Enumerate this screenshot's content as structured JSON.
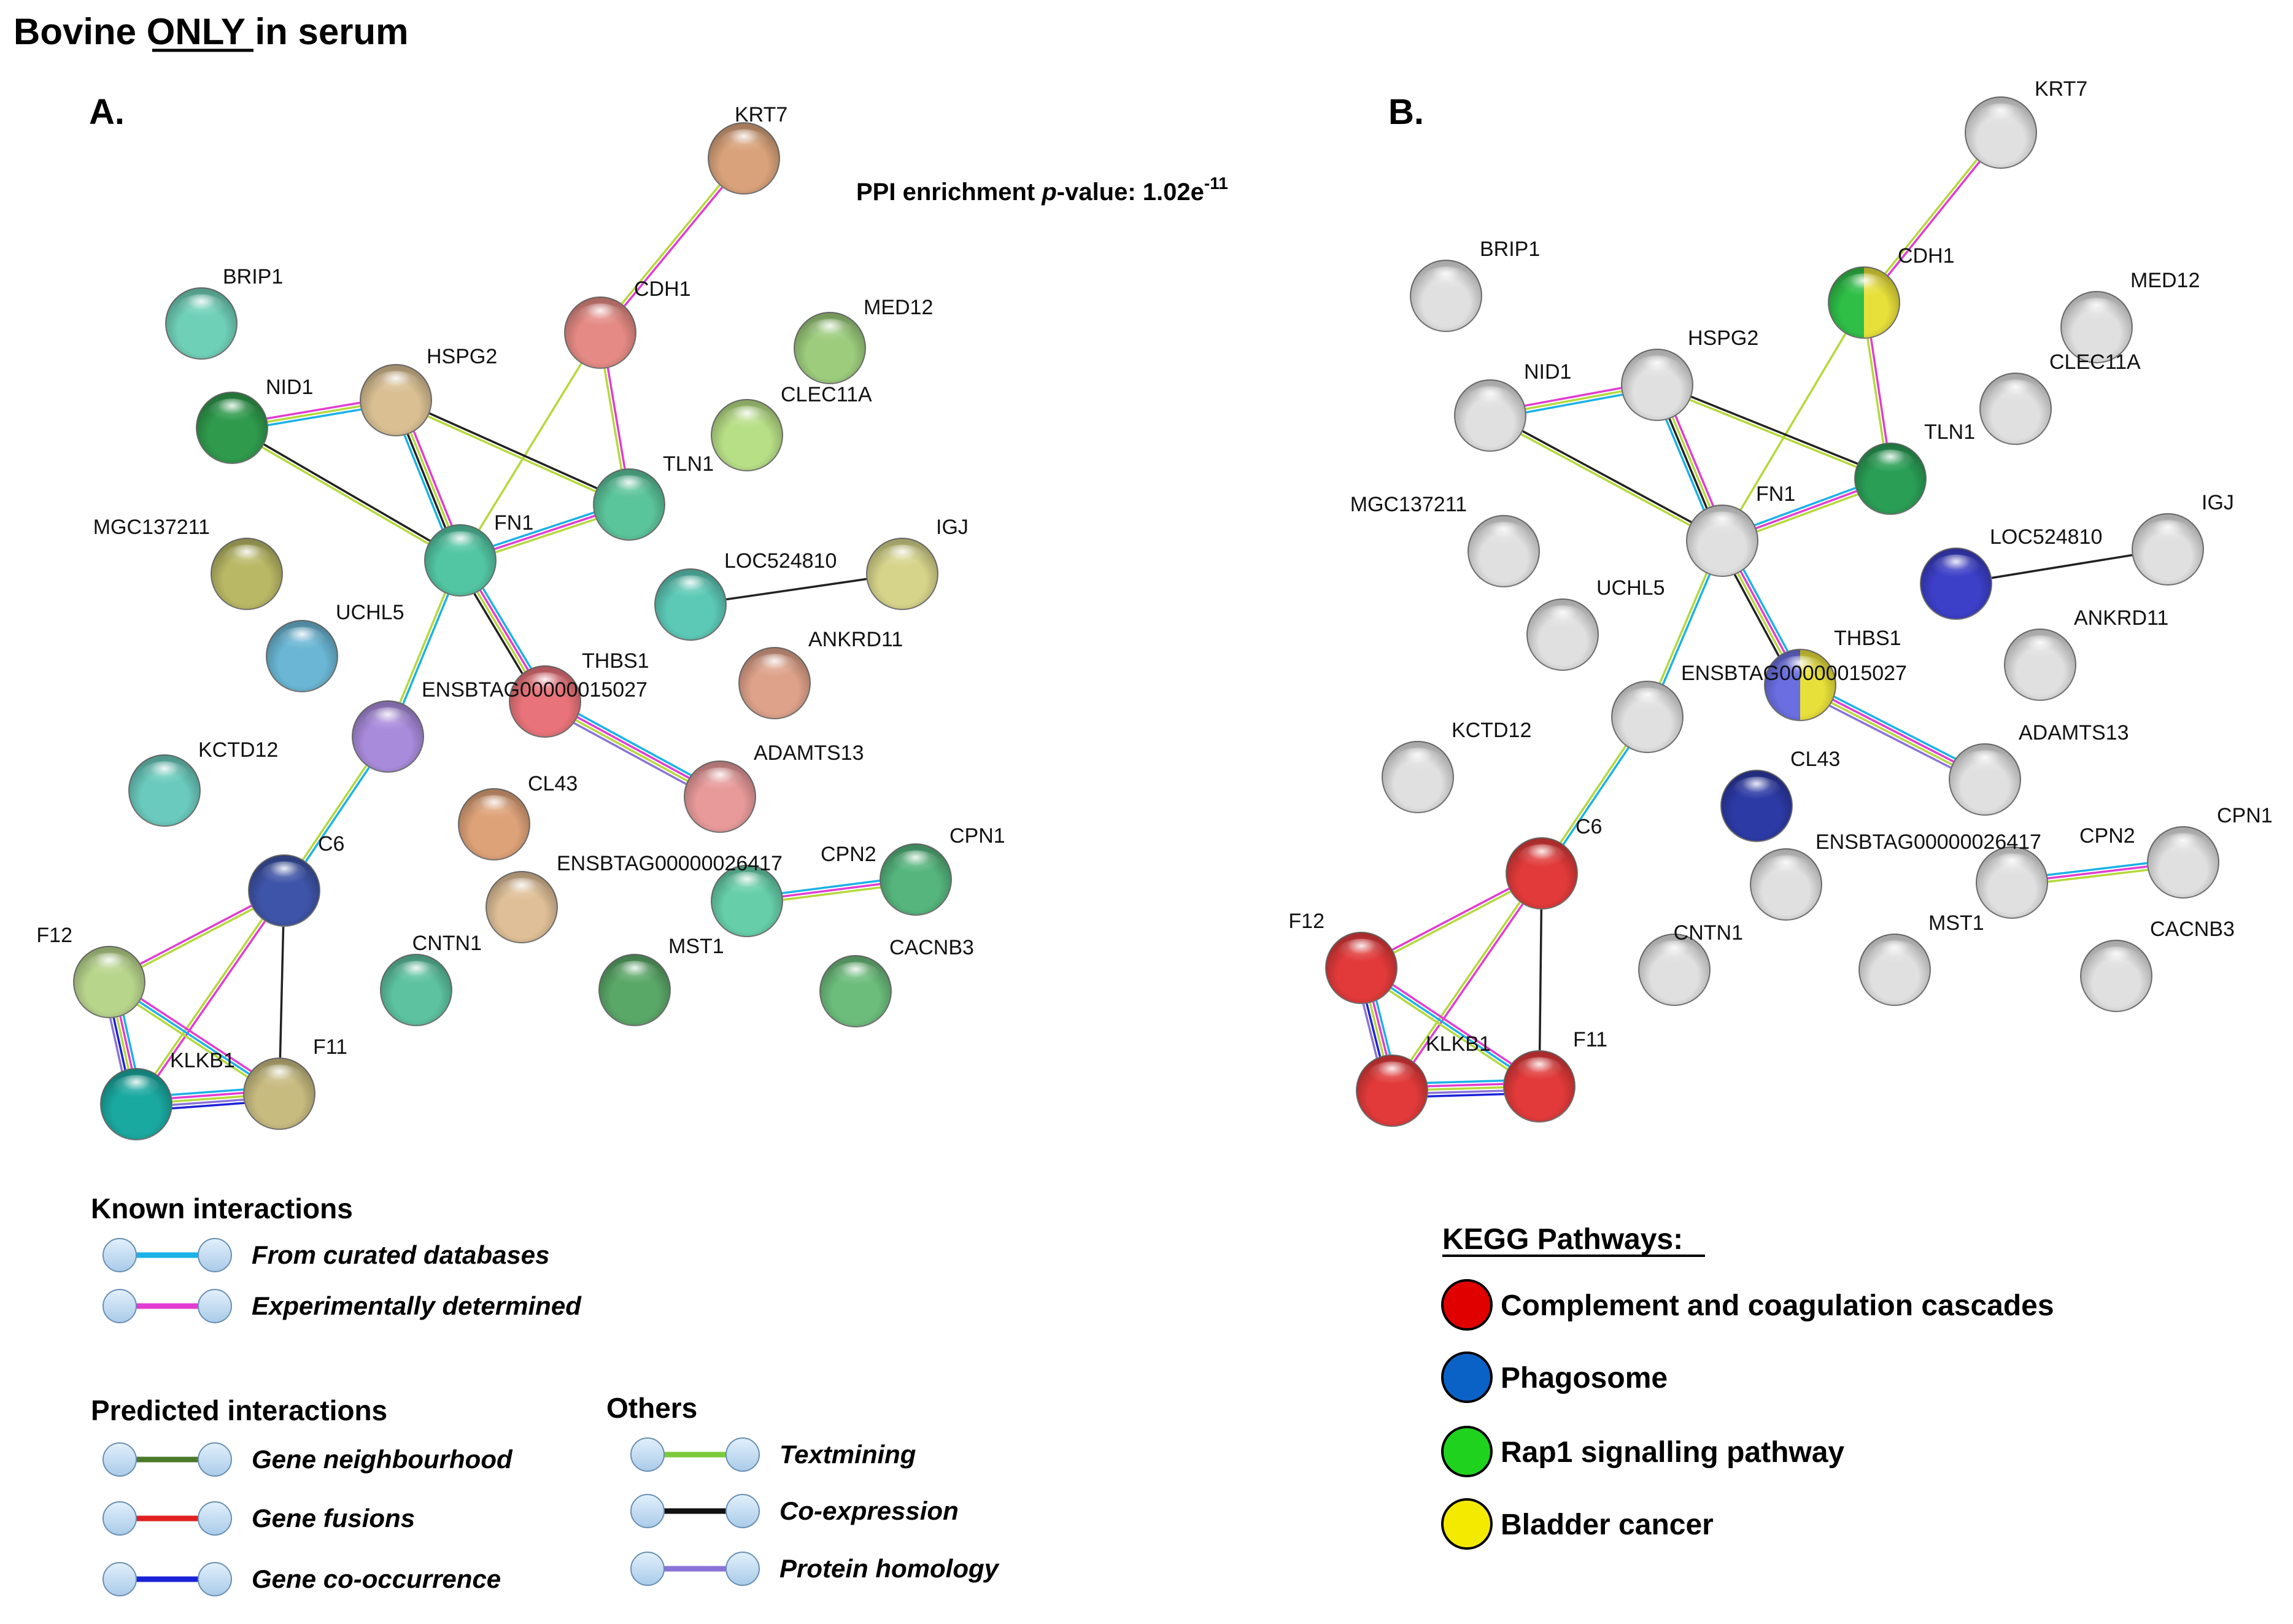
{
  "title": "Bovine ONLY in serum",
  "title_underlined_word": "ONLY",
  "panels": [
    {
      "label": "A.",
      "annotation": {
        "prefix": "PPI enrichment ",
        "p": "p",
        "suffix": "-value:  1.02e",
        "exp": "-11"
      },
      "nodes": [
        {
          "id": "KRT7",
          "label": "KRT7",
          "colors": [
            "#d9a27a"
          ]
        },
        {
          "id": "BRIP1",
          "label": "BRIP1",
          "colors": [
            "#6fd0b8"
          ]
        },
        {
          "id": "CDH1",
          "label": "CDH1",
          "colors": [
            "#e58a84"
          ]
        },
        {
          "id": "MED12",
          "label": "MED12",
          "colors": [
            "#9ccc7c"
          ]
        },
        {
          "id": "NID1",
          "label": "NID1",
          "colors": [
            "#2f9a4c"
          ]
        },
        {
          "id": "HSPG2",
          "label": "HSPG2",
          "colors": [
            "#d9bf92"
          ]
        },
        {
          "id": "CLEC11A",
          "label": "CLEC11A",
          "colors": [
            "#b7df86"
          ]
        },
        {
          "id": "TLN1",
          "label": "TLN1",
          "colors": [
            "#5ac49a"
          ]
        },
        {
          "id": "MGC137211",
          "label": "MGC137211",
          "colors": [
            "#b9b865"
          ]
        },
        {
          "id": "FN1",
          "label": "FN1",
          "colors": [
            "#52c6a2"
          ]
        },
        {
          "id": "IGJ",
          "label": "IGJ",
          "colors": [
            "#d6d48a"
          ]
        },
        {
          "id": "LOC524810",
          "label": "LOC524810",
          "colors": [
            "#5cc9b6"
          ]
        },
        {
          "id": "UCHL5",
          "label": "UCHL5",
          "colors": [
            "#6ab6d4"
          ]
        },
        {
          "id": "THBS1",
          "label": "THBS1",
          "colors": [
            "#e8737a"
          ]
        },
        {
          "id": "ANKRD11",
          "label": "ANKRD11",
          "colors": [
            "#dea28a"
          ]
        },
        {
          "id": "ENSBTAG00000015027",
          "label": "ENSBTAG00000015027",
          "colors": [
            "#a98bdc"
          ]
        },
        {
          "id": "KCTD12",
          "label": "KCTD12",
          "colors": [
            "#6acabd"
          ]
        },
        {
          "id": "ADAMTS13",
          "label": "ADAMTS13",
          "colors": [
            "#e89a9a"
          ]
        },
        {
          "id": "CL43",
          "label": "CL43",
          "colors": [
            "#dea278"
          ]
        },
        {
          "id": "C6",
          "label": "C6",
          "colors": [
            "#3e54a8"
          ]
        },
        {
          "id": "CPN1",
          "label": "CPN1",
          "colors": [
            "#55b57c"
          ]
        },
        {
          "id": "ENSBTAG00000026417",
          "label": "ENSBTAG00000026417",
          "colors": [
            "#66cfa9"
          ]
        },
        {
          "id": "CPN2",
          "label": "CPN2",
          "colors": []
        },
        {
          "id": "F12",
          "label": "F12",
          "colors": [
            "#b8d58c"
          ]
        },
        {
          "id": "CNTN1",
          "label": "CNTN1",
          "colors": [
            "#dfbf97"
          ]
        },
        {
          "id": "CNTN1b",
          "label": "",
          "colors": [
            "#5cc2a0"
          ]
        },
        {
          "id": "MST1",
          "label": "MST1",
          "colors": [
            "#5aa868"
          ]
        },
        {
          "id": "CACNB3",
          "label": "CACNB3",
          "colors": [
            "#6cbd7c"
          ]
        },
        {
          "id": "KLKB1",
          "label": "KLKB1",
          "colors": [
            "#1aa9a0"
          ]
        },
        {
          "id": "F11",
          "label": "F11",
          "colors": [
            "#c7bb80"
          ]
        }
      ]
    },
    {
      "label": "B.",
      "nodes": [
        {
          "id": "KRT7",
          "label": "KRT7",
          "colors": [
            "#e0e0e0"
          ]
        },
        {
          "id": "BRIP1",
          "label": "BRIP1",
          "colors": [
            "#e0e0e0"
          ]
        },
        {
          "id": "CDH1",
          "label": "CDH1",
          "colors": [
            "#2fbf47",
            "#e8e03a"
          ]
        },
        {
          "id": "MED12",
          "label": "MED12",
          "colors": [
            "#e0e0e0"
          ]
        },
        {
          "id": "NID1",
          "label": "NID1",
          "colors": [
            "#e0e0e0"
          ]
        },
        {
          "id": "HSPG2",
          "label": "HSPG2",
          "colors": [
            "#e0e0e0"
          ]
        },
        {
          "id": "CLEC11A",
          "label": "CLEC11A",
          "colors": [
            "#e0e0e0"
          ]
        },
        {
          "id": "TLN1",
          "label": "TLN1",
          "colors": [
            "#2a9e55"
          ]
        },
        {
          "id": "MGC137211",
          "label": "MGC137211",
          "colors": [
            "#e0e0e0"
          ]
        },
        {
          "id": "FN1",
          "label": "FN1",
          "colors": [
            "#e0e0e0"
          ]
        },
        {
          "id": "IGJ",
          "label": "IGJ",
          "colors": [
            "#e0e0e0"
          ]
        },
        {
          "id": "LOC524810",
          "label": "LOC524810",
          "colors": [
            "#3c3fc8"
          ]
        },
        {
          "id": "UCHL5",
          "label": "UCHL5",
          "colors": [
            "#e0e0e0"
          ]
        },
        {
          "id": "THBS1",
          "label": "THBS1",
          "colors": [
            "#6a6ee0",
            "#e8e03a"
          ]
        },
        {
          "id": "ANKRD11",
          "label": "ANKRD11",
          "colors": [
            "#e0e0e0"
          ]
        },
        {
          "id": "ENSBTAG00000015027",
          "label": "ENSBTAG00000015027",
          "colors": [
            "#e0e0e0"
          ]
        },
        {
          "id": "KCTD12",
          "label": "KCTD12",
          "colors": [
            "#e0e0e0"
          ]
        },
        {
          "id": "ADAMTS13",
          "label": "ADAMTS13",
          "colors": [
            "#e0e0e0"
          ]
        },
        {
          "id": "CL43",
          "label": "CL43",
          "colors": [
            "#2c3aa6"
          ]
        },
        {
          "id": "C6",
          "label": "C6",
          "colors": [
            "#e23a3a"
          ]
        },
        {
          "id": "CPN1",
          "label": "CPN1",
          "colors": [
            "#e0e0e0"
          ]
        },
        {
          "id": "ENSBTAG00000026417",
          "label": "ENSBTAG00000026417",
          "colors": [
            "#e0e0e0"
          ]
        },
        {
          "id": "CPN2",
          "label": "CPN2",
          "colors": []
        },
        {
          "id": "F12",
          "label": "F12",
          "colors": [
            "#e23a3a"
          ]
        },
        {
          "id": "CNTN1",
          "label": "CNTN1",
          "colors": [
            "#e0e0e0"
          ]
        },
        {
          "id": "CNTN1b",
          "label": "",
          "colors": [
            "#e0e0e0"
          ]
        },
        {
          "id": "MST1",
          "label": "MST1",
          "colors": [
            "#e0e0e0"
          ]
        },
        {
          "id": "CACNB3",
          "label": "CACNB3",
          "colors": [
            "#e0e0e0"
          ]
        },
        {
          "id": "KLKB1",
          "label": "KLKB1",
          "colors": [
            "#e23a3a"
          ]
        },
        {
          "id": "F11",
          "label": "F11",
          "colors": [
            "#e23a3a"
          ]
        }
      ]
    }
  ],
  "edges": [
    {
      "a": "KRT7",
      "b": "CDH1",
      "types": [
        "experimental",
        "textmining"
      ]
    },
    {
      "a": "CDH1",
      "b": "TLN1",
      "types": [
        "experimental",
        "textmining"
      ]
    },
    {
      "a": "CDH1",
      "b": "FN1",
      "types": [
        "textmining"
      ]
    },
    {
      "a": "NID1",
      "b": "HSPG2",
      "types": [
        "experimental",
        "textmining",
        "curated"
      ]
    },
    {
      "a": "NID1",
      "b": "FN1",
      "types": [
        "coexpression",
        "textmining"
      ]
    },
    {
      "a": "HSPG2",
      "b": "FN1",
      "types": [
        "experimental",
        "textmining",
        "coexpression",
        "curated"
      ]
    },
    {
      "a": "HSPG2",
      "b": "TLN1",
      "types": [
        "coexpression",
        "textmining"
      ]
    },
    {
      "a": "FN1",
      "b": "TLN1",
      "types": [
        "curated",
        "experimental",
        "textmining"
      ]
    },
    {
      "a": "FN1",
      "b": "THBS1",
      "types": [
        "curated",
        "experimental",
        "textmining",
        "coexpression"
      ]
    },
    {
      "a": "FN1",
      "b": "ENSBTAG00000015027",
      "types": [
        "curated",
        "textmining"
      ]
    },
    {
      "a": "THBS1",
      "b": "ADAMTS13",
      "types": [
        "curated",
        "experimental",
        "textmining",
        "homology"
      ]
    },
    {
      "a": "LOC524810",
      "b": "IGJ",
      "types": [
        "coexpression"
      ]
    },
    {
      "a": "ENSBTAG00000015027",
      "b": "C6",
      "types": [
        "curated",
        "textmining"
      ]
    },
    {
      "a": "ENSBTAG00000026417",
      "b": "CPN1",
      "types": [
        "curated",
        "experimental",
        "textmining"
      ]
    },
    {
      "a": "C6",
      "b": "F12",
      "types": [
        "textmining",
        "experimental"
      ]
    },
    {
      "a": "C6",
      "b": "KLKB1",
      "types": [
        "experimental",
        "textmining"
      ]
    },
    {
      "a": "C6",
      "b": "F11",
      "types": [
        "coexpression"
      ]
    },
    {
      "a": "F12",
      "b": "KLKB1",
      "types": [
        "curated",
        "experimental",
        "textmining",
        "cooccurrence",
        "homology"
      ]
    },
    {
      "a": "F12",
      "b": "F11",
      "types": [
        "experimental",
        "curated",
        "textmining"
      ]
    },
    {
      "a": "KLKB1",
      "b": "F11",
      "types": [
        "curated",
        "experimental",
        "textmining",
        "homology",
        "cooccurrence"
      ]
    }
  ],
  "legend": {
    "known_heading": "Known interactions",
    "predicted_heading": "Predicted interactions",
    "others_heading": "Others",
    "items": [
      {
        "group": "known",
        "label": "From curated databases",
        "color": "#1ab2e8"
      },
      {
        "group": "known",
        "label": "Experimentally  determined",
        "color": "#e23cd2"
      },
      {
        "group": "predicted",
        "label": "Gene neighbourhood",
        "color": "#4a7a2a"
      },
      {
        "group": "predicted",
        "label": "Gene fusions",
        "color": "#e0211f"
      },
      {
        "group": "predicted",
        "label": "Gene co-occurrence",
        "color": "#1b22d8"
      },
      {
        "group": "others",
        "label": "Textmining",
        "color": "#7ccb3a"
      },
      {
        "group": "others",
        "label": "Co-expression",
        "color": "#111111"
      },
      {
        "group": "others",
        "label": "Protein homology",
        "color": "#8a74d8"
      }
    ]
  },
  "kegg": {
    "heading": "KEGG Pathways:",
    "items": [
      {
        "label": "Complement and coagulation cascades",
        "color": "#e10000"
      },
      {
        "label": "Phagosome",
        "color": "#0b62c6"
      },
      {
        "label": "Rap1 signalling pathway",
        "color": "#1ed21e"
      },
      {
        "label": "Bladder cancer",
        "color": "#f4ea00"
      }
    ]
  },
  "edge_colors": {
    "curated": "#1ab2e8",
    "experimental": "#e23cd2",
    "textmining": "#b4d93a",
    "coexpression": "#222222",
    "homology": "#8a74d8",
    "cooccurrence": "#1b22d8"
  }
}
